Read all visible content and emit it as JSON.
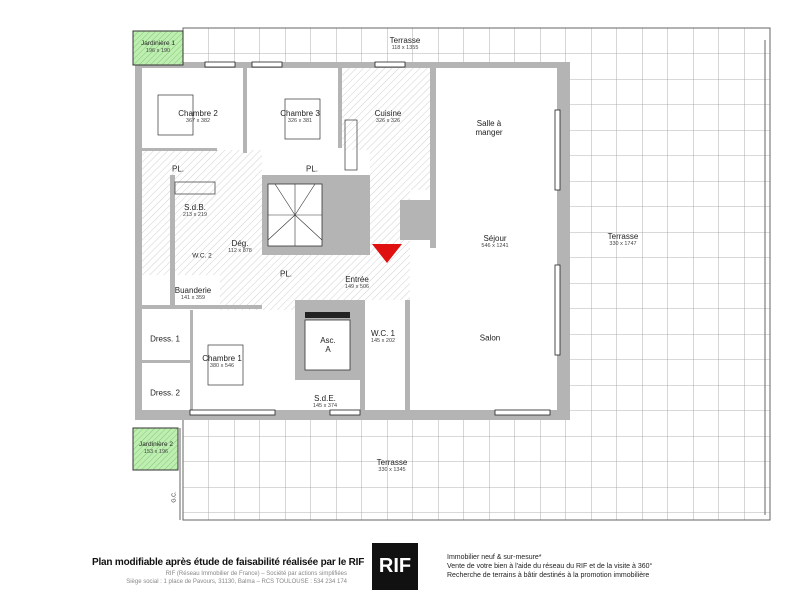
{
  "rooms": {
    "terrasse_top": {
      "name": "Terrasse",
      "dim": "118 x 1355"
    },
    "jardiniere_1": {
      "name": "Jardinière 1",
      "dim": "196 x 190"
    },
    "chambre_2": {
      "name": "Chambre 2",
      "dim": "367 x 382"
    },
    "chambre_3": {
      "name": "Chambre 3",
      "dim": "326 x 381"
    },
    "cuisine": {
      "name": "Cuisine",
      "dim": "326 x 326"
    },
    "salle_a_manger": {
      "name_1": "Salle à",
      "name_2": "manger"
    },
    "pl_1": {
      "name": "PL."
    },
    "pl_2": {
      "name": "PL."
    },
    "pl_3": {
      "name": "PL."
    },
    "sdb": {
      "name": "S.d.B.",
      "dim": "213 x 219"
    },
    "deg": {
      "name": "Dég.",
      "dim": "112 x 878"
    },
    "wc_2": {
      "name": "W.C. 2"
    },
    "sejour": {
      "name": "Séjour",
      "dim": "546 x 1241"
    },
    "terrasse_right": {
      "name": "Terrasse",
      "dim": "330 x 1747"
    },
    "entree": {
      "name": "Entrée",
      "dim": "149 x 506"
    },
    "buanderie": {
      "name": "Buanderie",
      "dim": "141 x 359"
    },
    "wc_1": {
      "name": "W.C. 1",
      "dim": "145 x 202"
    },
    "salon": {
      "name": "Salon"
    },
    "ascenseur": {
      "name_1": "Asc.",
      "name_2": "A"
    },
    "dress_1": {
      "name": "Dress. 1"
    },
    "chambre_1": {
      "name": "Chambre 1",
      "dim": "380 x 546"
    },
    "dress_2": {
      "name": "Dress. 2"
    },
    "sde": {
      "name": "S.d.E.",
      "dim": "145 x 374"
    },
    "jardiniere_2": {
      "name": "Jardinière 2",
      "dim": "153 x 196"
    },
    "terrasse_bottom": {
      "name": "Terrasse",
      "dim": "330 x 1345"
    },
    "gc": {
      "name": "G.C."
    }
  },
  "footer": {
    "title": "Plan modifiable après étude de faisabilité réalisée par le RIF",
    "sub_1": "RIF (Réseau Immobilier de France) – Société par actions simplifiées",
    "sub_2": "Siège social : 1 place de Pavours, 31130, Balma – RCS TOULOUSE : 534 234 174",
    "logo": "RIF",
    "tagline_1": "Immobilier neuf & sur-mesure*",
    "tagline_2": "Vente de votre bien à l'aide du réseau du RIF et de la visite à 360°",
    "tagline_3": "Recherche de terrains à bâtir destinés à la promotion immobilière"
  },
  "colors": {
    "wall": "#b4b4b4",
    "grid": "#9a9a9a",
    "garden": "#9ee08c",
    "entrance_marker": "#e01010",
    "logo_bg": "#111111"
  }
}
